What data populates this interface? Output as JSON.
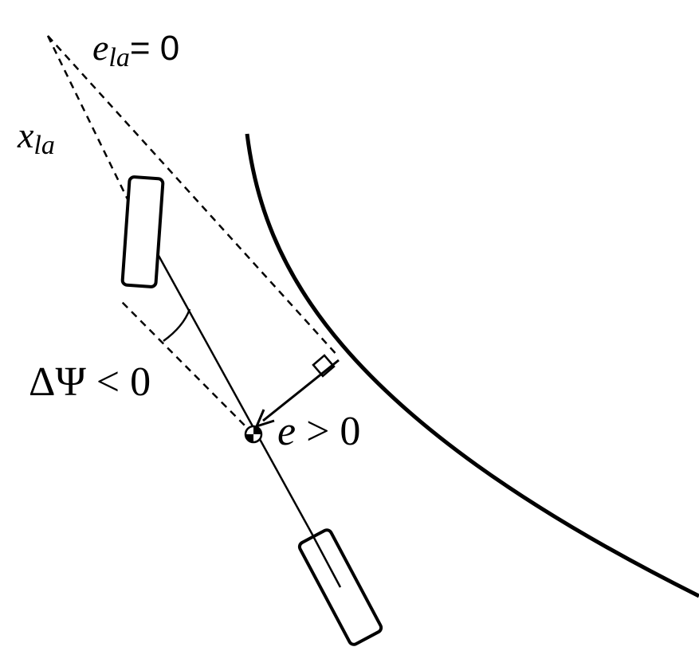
{
  "labels": {
    "e_la": {
      "symbol": "e",
      "sub": "la",
      "rest": "= 0"
    },
    "x_la": {
      "symbol": "x",
      "sub": "la"
    },
    "delta_psi": {
      "text": "ΔΨ < 0"
    },
    "e_error": {
      "symbol": "e",
      "rest": " > 0"
    }
  },
  "colors": {
    "stroke": "#000000",
    "background": "#ffffff"
  }
}
